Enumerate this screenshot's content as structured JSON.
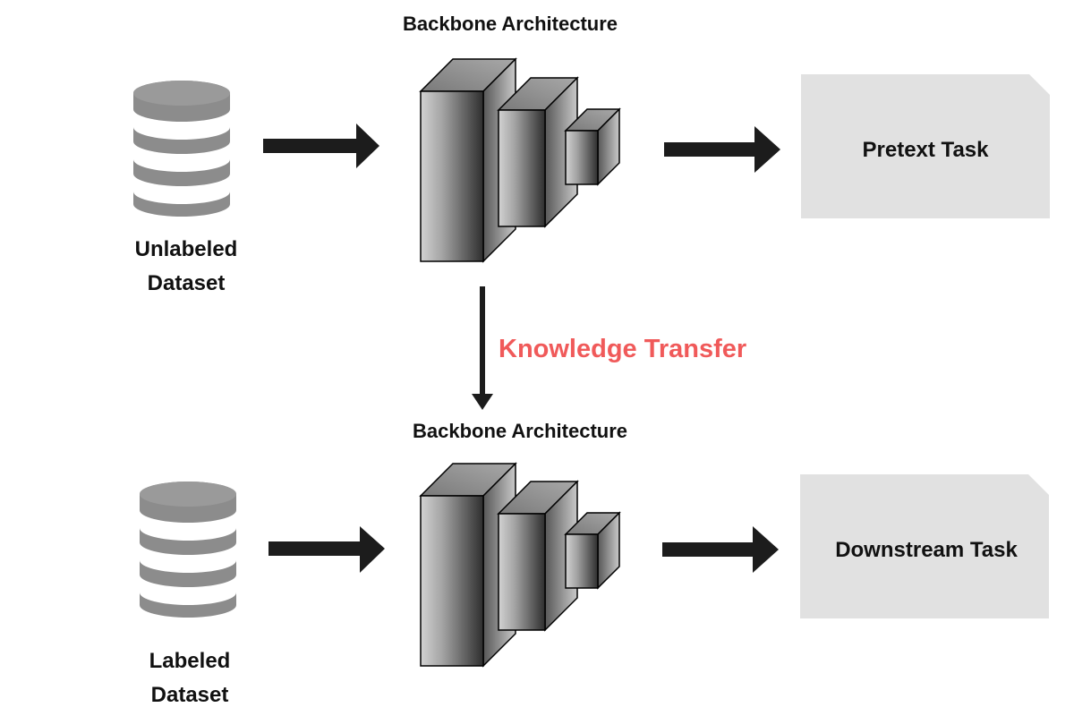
{
  "top": {
    "backbone_title": "Backbone Architecture",
    "dataset_label_line1": "Unlabeled",
    "dataset_label_line2": "Dataset",
    "task_label": "Pretext Task"
  },
  "bottom": {
    "backbone_title": "Backbone Architecture",
    "dataset_label_line1": "Labeled",
    "dataset_label_line2": "Dataset",
    "task_label": "Downstream Task"
  },
  "transfer": {
    "label": "Knowledge Transfer"
  },
  "colors": {
    "accent": "#f05a5a",
    "arrow": "#1c1c1c",
    "task_box": "#e1e1e1",
    "database": "#8c8c8c",
    "text": "#111111"
  }
}
